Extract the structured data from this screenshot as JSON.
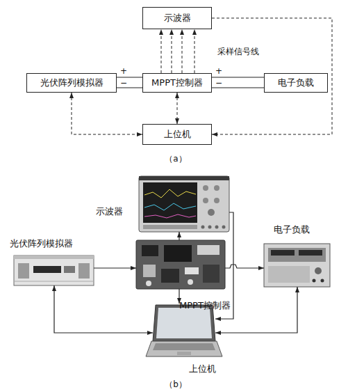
{
  "diagram": {
    "nodes": [
      {
        "text": [
          "示波器"
        ]
      },
      {
        "text": [
          "光伏阵列模拟器"
        ]
      },
      {
        "text": [
          "MPPT控制器"
        ]
      },
      {
        "text": [
          "电子负载"
        ]
      },
      {
        "text": [
          "上位机"
        ]
      },
      {
        "text": [
          "示波器"
        ]
      },
      {
        "text": [
          "光伏阵列模拟器"
        ]
      },
      {
        "text": [
          "MPPT控制器"
        ]
      },
      {
        "text": [
          "电子负载"
        ]
      },
      {
        "text": [
          "上位机"
        ]
      }
    ],
    "edges": [
      {
        "from": 1,
        "to": 2,
        "arrow": "none"
      },
      {
        "from": 1,
        "to": 2,
        "arrow": "none"
      },
      {
        "from": 2,
        "to": 3,
        "arrow": "none"
      },
      {
        "from": 2,
        "to": 3,
        "arrow": "none"
      },
      {
        "from": 2,
        "to": 0,
        "arrow": "to"
      },
      {
        "from": 2,
        "to": 0,
        "arrow": "to"
      },
      {
        "from": 2,
        "to": 0,
        "arrow": "to"
      },
      {
        "from": 2,
        "to": 0,
        "arrow": "to"
      },
      {
        "from": 0,
        "to": 4,
        "arrow": "to"
      },
      {
        "from": 1,
        "to": 4,
        "arrow": "both"
      },
      {
        "from": 2,
        "to": 4,
        "arrow": "both"
      },
      {
        "from": 6,
        "to": 7,
        "arrow": "to"
      },
      {
        "from": 7,
        "to": 8,
        "arrow": "to"
      },
      {
        "from": 7,
        "to": 5,
        "arrow": "to"
      },
      {
        "from": 7,
        "to": 9,
        "arrow": "to"
      },
      {
        "from": 5,
        "to": 9,
        "arrow": "to"
      },
      {
        "from": 6,
        "to": 9,
        "arrow": "both"
      },
      {
        "from": 8,
        "to": 9,
        "arrow": "both"
      }
    ],
    "labels": [
      "采样信号线",
      "+",
      "−",
      "+",
      "−",
      "（a）",
      "（b）"
    ]
  }
}
